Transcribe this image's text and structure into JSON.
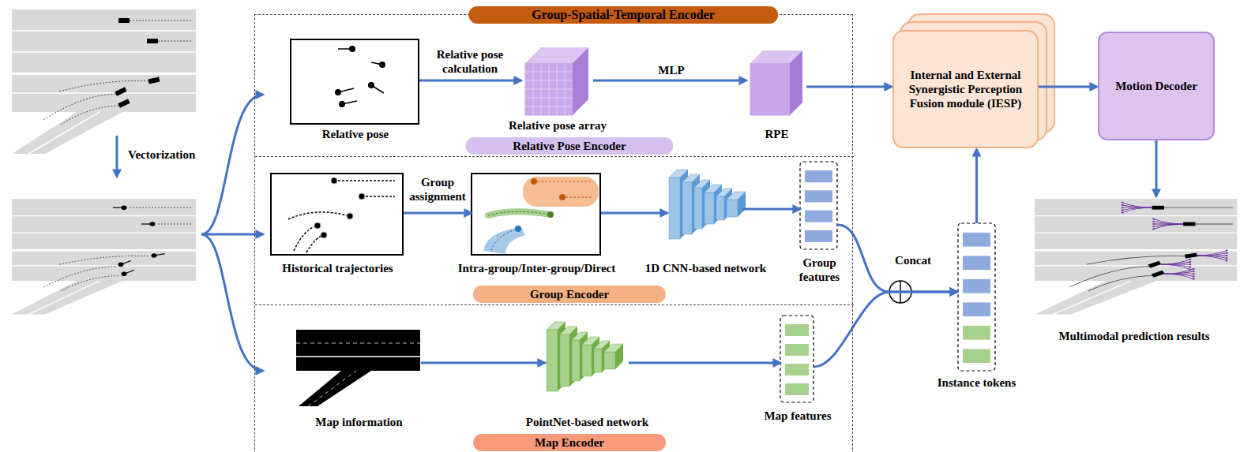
{
  "diagram": {
    "nodes": [
      {
        "text": [
          "Group-Spatial-Temporal Encoder"
        ]
      },
      {
        "text": [
          "Relative Pose Encoder"
        ],
        "in": 0
      },
      {
        "text": [
          "Relative pose"
        ],
        "in": 1
      },
      {
        "text": [
          "Relative pose array"
        ],
        "in": 1
      },
      {
        "text": [
          "RPE"
        ],
        "in": 1
      },
      {
        "text": [
          "Group Encoder"
        ],
        "in": 0
      },
      {
        "text": [
          "Historical trajectories"
        ],
        "in": 5
      },
      {
        "text": [
          "Intra-group/Inter-group/Direct"
        ],
        "in": 5
      },
      {
        "text": [
          "1D CNN-based network"
        ],
        "in": 5
      },
      {
        "text": [
          "Group features"
        ],
        "in": 5
      },
      {
        "text": [
          "Map Encoder"
        ],
        "in": 0
      },
      {
        "text": [
          "Map information"
        ],
        "in": 10
      },
      {
        "text": [
          "PointNet-based network"
        ],
        "in": 10
      },
      {
        "text": [
          "Map features"
        ],
        "in": 10
      },
      {
        "text": [
          "Instance tokens"
        ]
      },
      {
        "text": [
          "Internal and External Synergistic Perception Fusion module (IESP)"
        ]
      },
      {
        "text": [
          "Motion Decoder"
        ]
      },
      {
        "text": [
          "Multimodal prediction results"
        ]
      }
    ],
    "edges": [
      {
        "from": 2,
        "to": 3,
        "label": "Relative pose calculation",
        "arrow": "to"
      },
      {
        "from": 3,
        "to": 4,
        "label": "MLP",
        "arrow": "to"
      },
      {
        "from": 4,
        "to": 15,
        "arrow": "to"
      },
      {
        "from": 6,
        "to": 7,
        "label": "Group assignment",
        "arrow": "to"
      },
      {
        "from": 7,
        "to": 8,
        "arrow": "to"
      },
      {
        "from": 8,
        "to": 9,
        "arrow": "to"
      },
      {
        "from": 9,
        "to": 14,
        "arrow": "to"
      },
      {
        "from": 11,
        "to": 12,
        "arrow": "to"
      },
      {
        "from": 12,
        "to": 13,
        "arrow": "to"
      },
      {
        "from": 13,
        "to": 14,
        "arrow": "to"
      },
      {
        "from": 14,
        "to": 15,
        "arrow": "to"
      },
      {
        "from": 15,
        "to": 16,
        "arrow": "to"
      },
      {
        "from": 16,
        "to": 17,
        "arrow": "to"
      }
    ],
    "labels": [
      "Vectorization",
      "Concat"
    ]
  }
}
